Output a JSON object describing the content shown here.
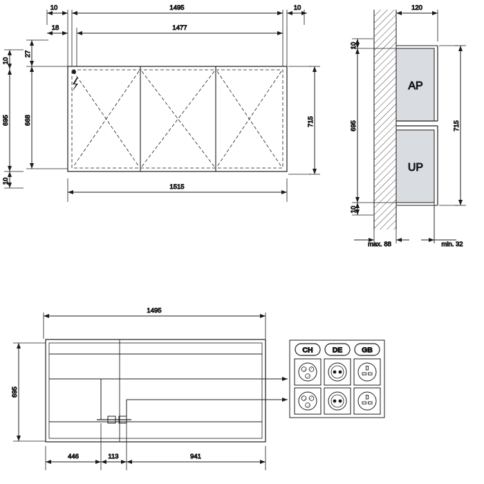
{
  "meta": {
    "title": "Mirror cabinet technical drawing",
    "stroke_color": "#1a1a1a",
    "fill_gray": "#d9dde1",
    "hatch_color": "#2b2b2b"
  },
  "views": {
    "front": {
      "name": "front-elevation",
      "dims": {
        "top_left_gap": "10",
        "top_width": "1495",
        "top_right_gap": "10",
        "inner_width": "1477",
        "inner_left_offset": "18",
        "left_top_small": "10",
        "left_top_27": "27",
        "left_height_695": "695",
        "left_height_668": "668",
        "left_bottom_10": "10",
        "right_height_715": "715",
        "bottom_width": "1515"
      },
      "symbols": {
        "electrical": "flash-bolt"
      }
    },
    "side": {
      "name": "side-section",
      "labels": {
        "upper_box": "AP",
        "lower_box": "UP"
      },
      "dims": {
        "top_depth": "120",
        "top_small_10": "10",
        "left_height_695": "695",
        "right_height_715": "715",
        "bottom_small_10": "10",
        "wall_max": "max. 88",
        "wall_min": "min. 32"
      }
    },
    "plan": {
      "name": "plan-view",
      "dims": {
        "top_width": "1495",
        "left_height_695": "695",
        "bottom_a": "446",
        "bottom_b": "113",
        "bottom_c": "941"
      }
    },
    "sockets": {
      "name": "socket-variants",
      "columns": [
        "CH",
        "DE",
        "GB"
      ],
      "rows": 2
    }
  }
}
